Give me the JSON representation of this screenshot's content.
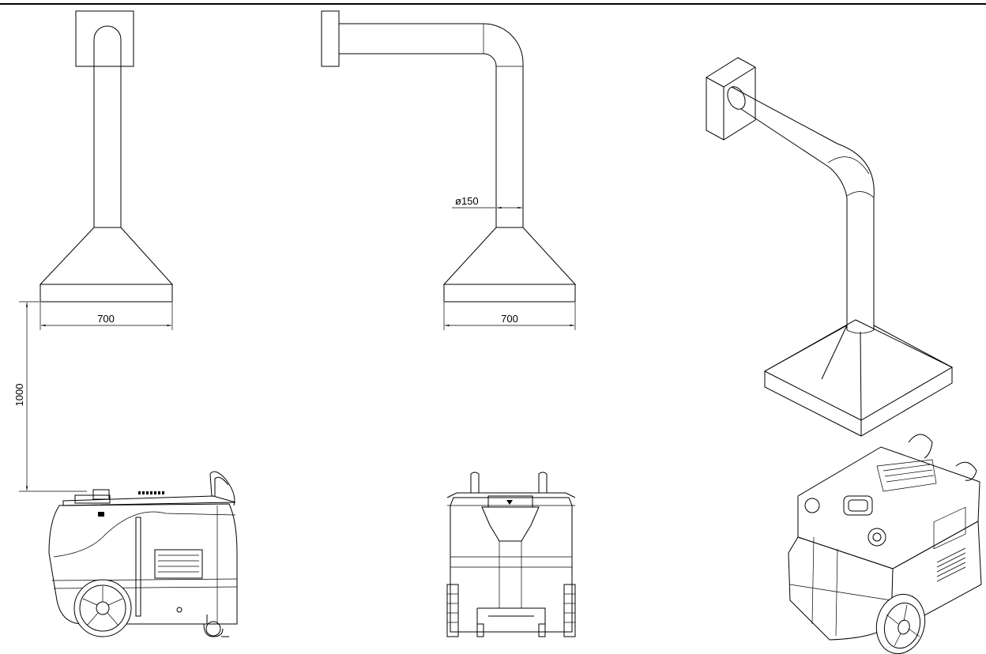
{
  "dimensions": {
    "hood_width_front": "700",
    "hood_width_side": "700",
    "hood_height": "1000",
    "duct_diameter": "ø150"
  },
  "colors": {
    "line": "#000000",
    "background": "#ffffff"
  }
}
